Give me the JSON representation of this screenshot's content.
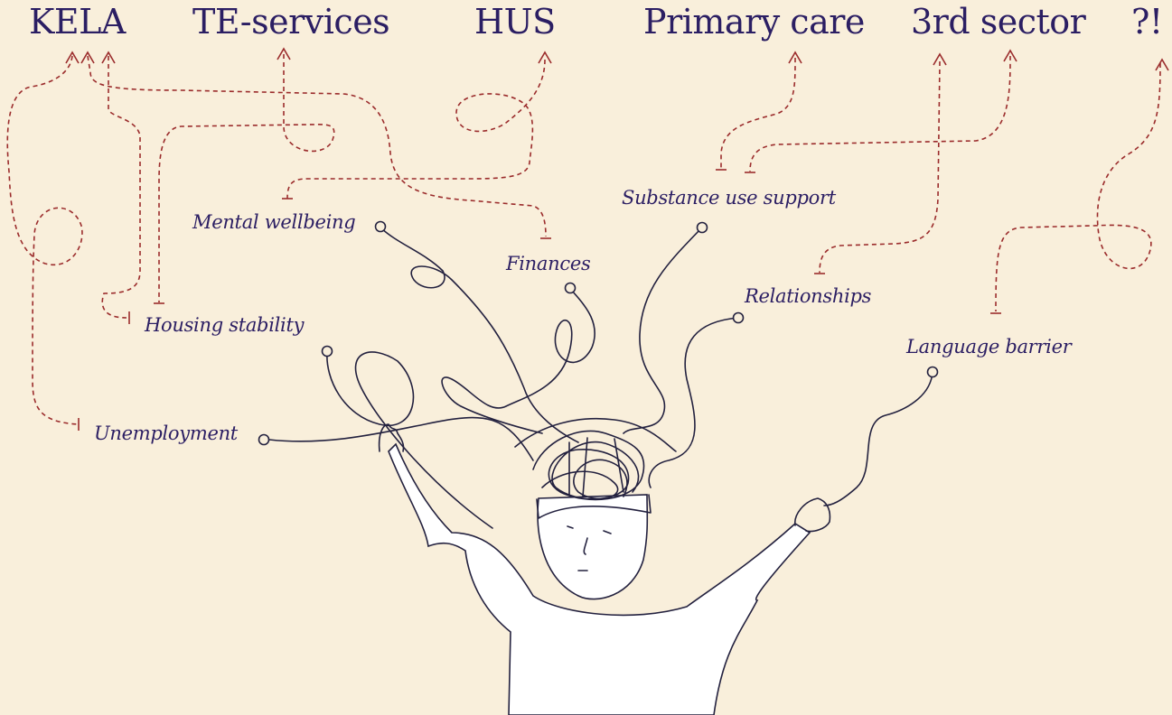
{
  "services": [
    {
      "id": "kela",
      "label": "KELA"
    },
    {
      "id": "te-services",
      "label": "TE-services"
    },
    {
      "id": "hus",
      "label": "HUS"
    },
    {
      "id": "primary-care",
      "label": "Primary care"
    },
    {
      "id": "third-sector",
      "label": "3rd sector"
    },
    {
      "id": "unknown",
      "label": "?!"
    }
  ],
  "issues": [
    {
      "id": "mental-wellbeing",
      "label": "Mental wellbeing"
    },
    {
      "id": "finances",
      "label": "Finances"
    },
    {
      "id": "substance-use-support",
      "label": "Substance use support"
    },
    {
      "id": "relationships",
      "label": "Relationships"
    },
    {
      "id": "housing-stability",
      "label": "Housing stability"
    },
    {
      "id": "language-barrier",
      "label": "Language barrier"
    },
    {
      "id": "unemployment",
      "label": "Unemployment"
    }
  ],
  "colors": {
    "background": "#f9efdb",
    "text": "#2b1e63",
    "connector": "#9b2c2c",
    "ink": "#23213f"
  }
}
